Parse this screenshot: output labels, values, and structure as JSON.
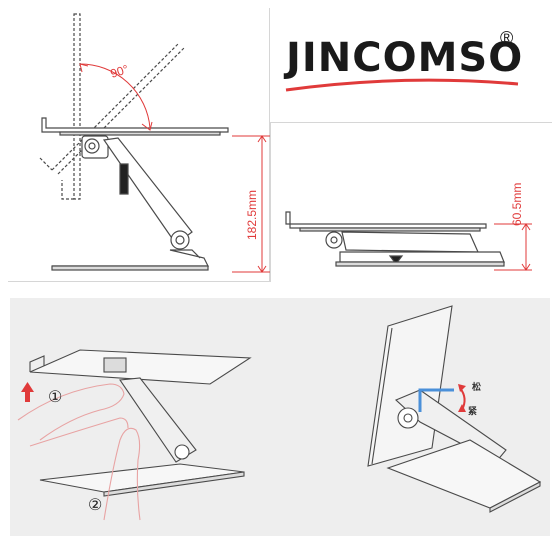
{
  "brand": {
    "name": "JINCOMSO",
    "registered_mark": "®"
  },
  "colors": {
    "dimension": "#e03a3a",
    "logo_swoosh": "#e03a3a",
    "hex_key": "#4a90d9",
    "line": "#4a4a4a",
    "panel_bg": "#eeeeee"
  },
  "diagram_top_left": {
    "angle_label": "90°",
    "height_label": "182.5mm"
  },
  "diagram_top_right": {
    "height_label": "60.5mm"
  },
  "diagram_bottom": {
    "steps": [
      "①",
      "②"
    ],
    "loosen_label": "松",
    "tighten_label": "紧",
    "icons": [
      "up-arrow-icon",
      "rotation-arrow-icon",
      "hex-key-icon"
    ]
  }
}
